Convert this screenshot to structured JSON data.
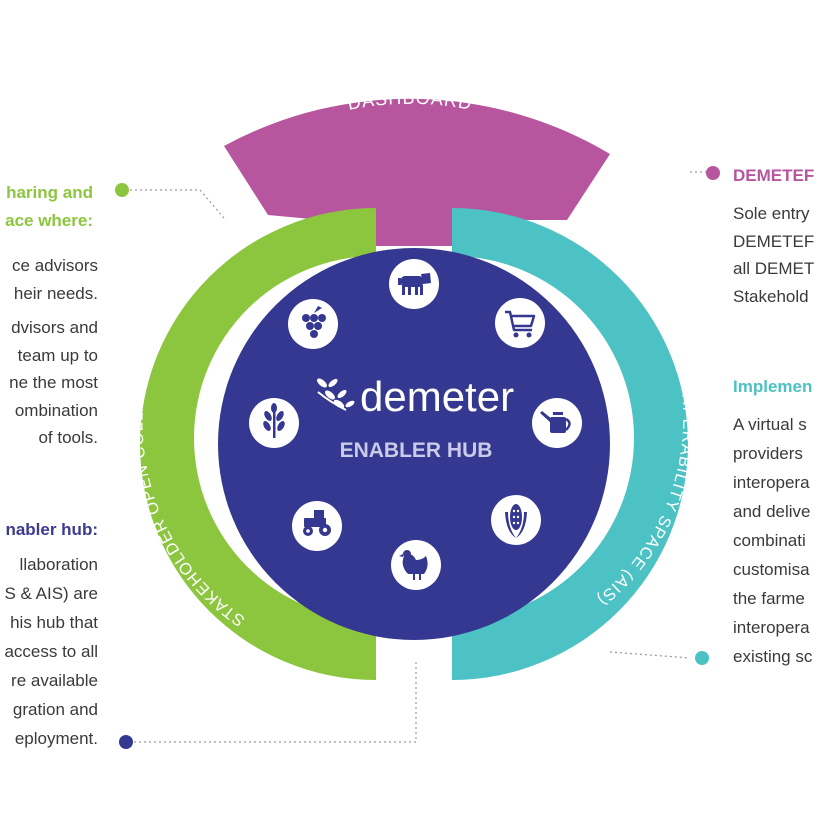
{
  "diagram": {
    "dashboard_label": "DASHBOARD",
    "socs_label": "STAKEHOLDER OPEN COLLABORATION SPACE (SOCS)",
    "ais_label": "AGRICULTURAL INTERPERABILITY SPACE (AIS)",
    "logo_text": "demeter",
    "hub_title": "ENABLER HUB",
    "icons": [
      "cow-icon",
      "cart-icon",
      "watering-can-icon",
      "corn-icon",
      "chicken-icon",
      "tractor-icon",
      "wheat-icon",
      "grapes-icon"
    ]
  },
  "left_top": {
    "heading": [
      "haring and",
      "ace where:"
    ],
    "lines": [
      "ce advisors",
      "heir needs.",
      "dvisors and",
      "team up to",
      "ne the most",
      "ombination",
      "of tools."
    ]
  },
  "left_bottom": {
    "heading": "nabler hub:",
    "lines": [
      "llaboration",
      "S & AIS) are",
      "his hub that",
      "access to all",
      "re available",
      "gration and",
      "eployment."
    ]
  },
  "right_top": {
    "heading": "DEMETEF",
    "lines": [
      "Sole entry",
      "DEMETEF",
      "all DEMET",
      "Stakehold"
    ]
  },
  "right_bottom": {
    "heading": "Implemen",
    "lines": [
      "A virtual s",
      "providers",
      "interopera",
      "and delive",
      "combinati",
      "customisa",
      "the farme",
      "interopera",
      "existing sc"
    ]
  },
  "colors": {
    "green": "#8cc63f",
    "teal": "#4cc2c4",
    "magenta": "#b7569e",
    "navy": "#353890",
    "blue_text": "#3d3a8f",
    "white": "#ffffff"
  }
}
